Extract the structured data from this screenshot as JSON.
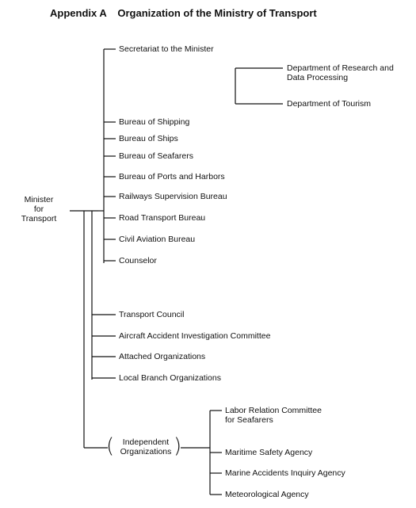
{
  "title": {
    "prefix": "Appendix A",
    "text": "Organization of the Ministry of Transport"
  },
  "root": {
    "line1": "Minister",
    "line2": "for",
    "line3": "Transport"
  },
  "secretariat": {
    "label": "Secretariat to the Minister",
    "sub": {
      "research_line1": "Department of Research and",
      "research_line2": "Data Processing",
      "tourism": "Department of Tourism"
    }
  },
  "bureaus": [
    "Bureau of Shipping",
    "Bureau of Ships",
    "Bureau of Seafarers",
    "Bureau of Ports and Harbors",
    "Railways Supervision Bureau",
    "Road Transport Bureau",
    "Civil Aviation Bureau",
    "Counselor"
  ],
  "councils": [
    "Transport Council",
    "Aircraft Accident Investigation Committee",
    "Attached Organizations",
    "Local Branch Organizations"
  ],
  "independent": {
    "line1": "Independent",
    "line2": "Organizations",
    "items": {
      "labor_line1": "Labor Relation Committee",
      "labor_line2": "for Seafarers",
      "maritime": "Maritime Safety Agency",
      "marine": "Marine Accidents Inquiry Agency",
      "meteo": "Meteorological Agency"
    }
  }
}
